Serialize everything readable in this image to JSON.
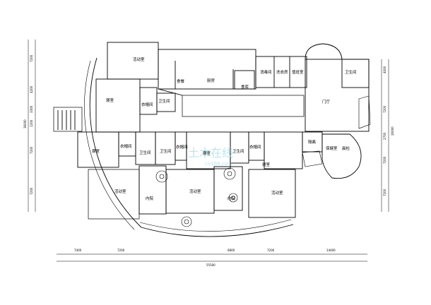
{
  "rooms": {
    "activity_ne": "活动室",
    "bedroom_w1": "寝室",
    "cloak_w1": "衣帽间",
    "toilet_w1": "卫生间",
    "storage": "食餐",
    "kitchen": "厨房",
    "warehouse": "食库",
    "disinfect": "消毒间",
    "laundry": "洗衣房",
    "staff": "值班室",
    "toilet_e": "卫生间",
    "lobby": "门厅",
    "bedroom_w2": "寝室",
    "cloak_w2": "衣帽间",
    "toilet_c1": "卫生间",
    "toilet_c2": "卫生间",
    "cloak_c": "衣帽间",
    "bedroom_c": "寝室",
    "toilet_c3": "卫生间",
    "cloak_e": "衣帽间",
    "bedroom_e": "寝室",
    "isolation": "隔离",
    "health": "保健室",
    "morning_check": "晨检",
    "activity_sw": "活动室",
    "courtyard_1": "内院",
    "activity_s": "活动室",
    "courtyard_2": "内院",
    "activity_se": "活动室"
  },
  "dims": {
    "bottom": [
      "7400",
      "7200",
      "6800",
      "7200",
      "14400"
    ],
    "bottom_total": "55500",
    "left": [
      "7200",
      "4200",
      "3300",
      "1200",
      "7200",
      "7200"
    ],
    "left_total": "36000",
    "right": [
      "4000",
      "7200",
      "2700",
      "7200",
      "7200"
    ],
    "right_total": "26000"
  },
  "watermark": {
    "cn": "土木在线",
    "en": "co188.com"
  }
}
